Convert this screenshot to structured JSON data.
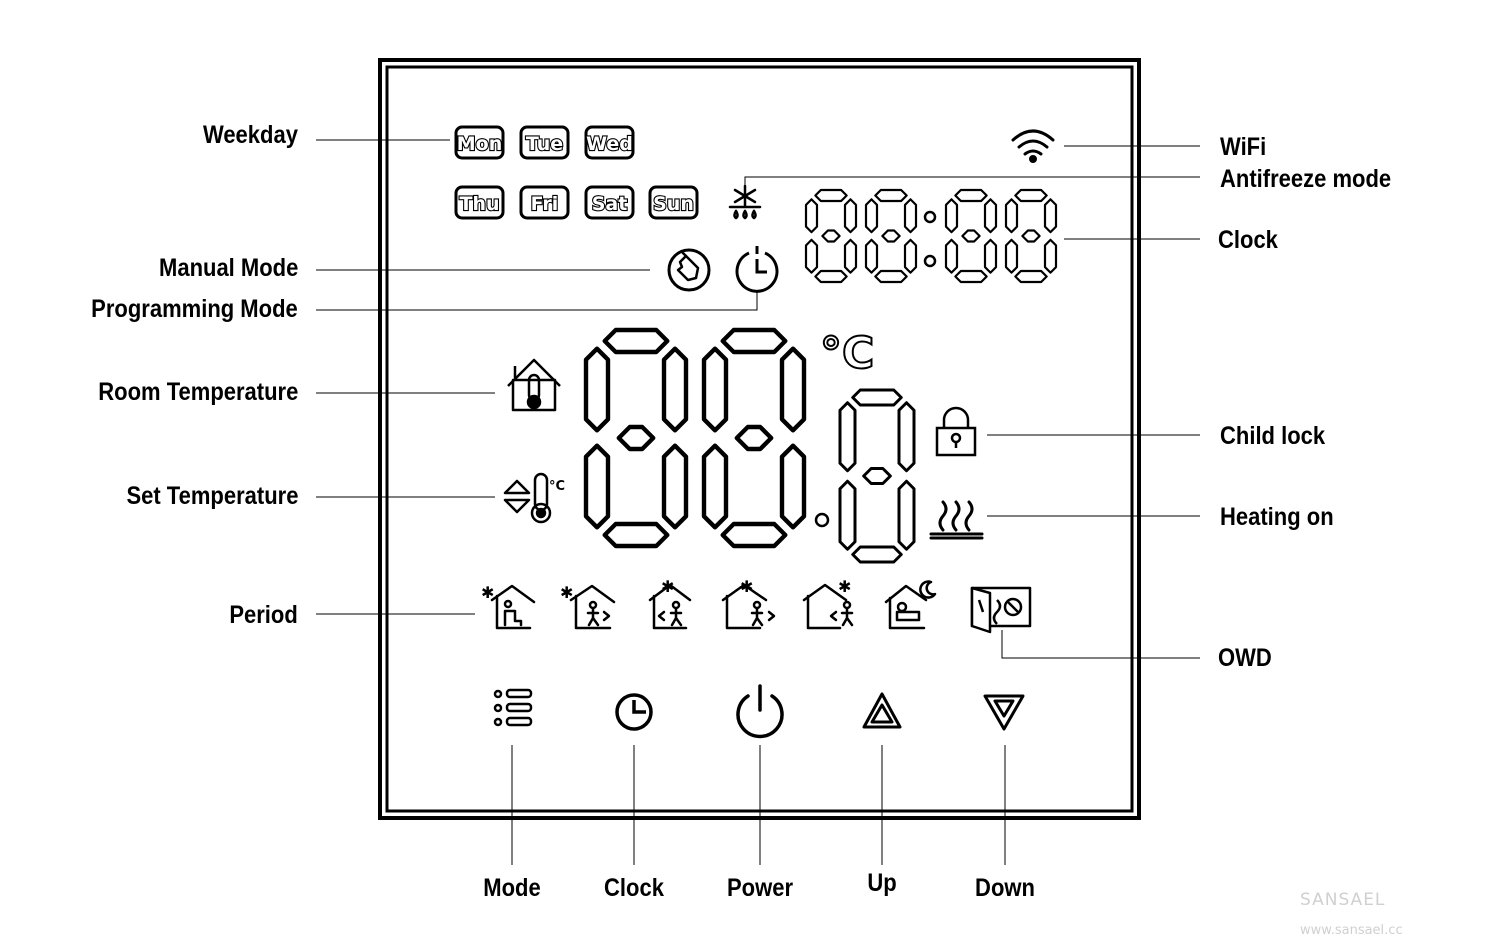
{
  "labels": {
    "weekday": "Weekday",
    "manual_mode": "Manual Mode",
    "programming_mode": "Programming Mode",
    "room_temperature": "Room Temperature",
    "set_temperature": "Set Temperature",
    "period": "Period",
    "wifi": "WiFi",
    "antifreeze_mode": "Antifreeze mode",
    "clock_display": "Clock",
    "child_lock": "Child lock",
    "heating_on": "Heating on",
    "owd": "OWD"
  },
  "buttons": {
    "mode": "Mode",
    "clock": "Clock",
    "power": "Power",
    "up": "Up",
    "down": "Down"
  },
  "weekdays": [
    "Mon",
    "Tue",
    "Wed",
    "Thu",
    "Fri",
    "Sat",
    "Sun"
  ],
  "temperature_unit": "°C",
  "watermark": {
    "brand": "SANSAEL",
    "url": "www.sansael.cc"
  },
  "icons": {
    "wifi": "wifi-icon",
    "antifreeze": "snowflake-icon",
    "manual": "hand-icon",
    "programming": "timer-icon",
    "room": "house-thermometer-icon",
    "set": "thermometer-updown-icon",
    "lock": "padlock-icon",
    "heating": "heat-waves-icon",
    "owd": "open-window-icon"
  }
}
